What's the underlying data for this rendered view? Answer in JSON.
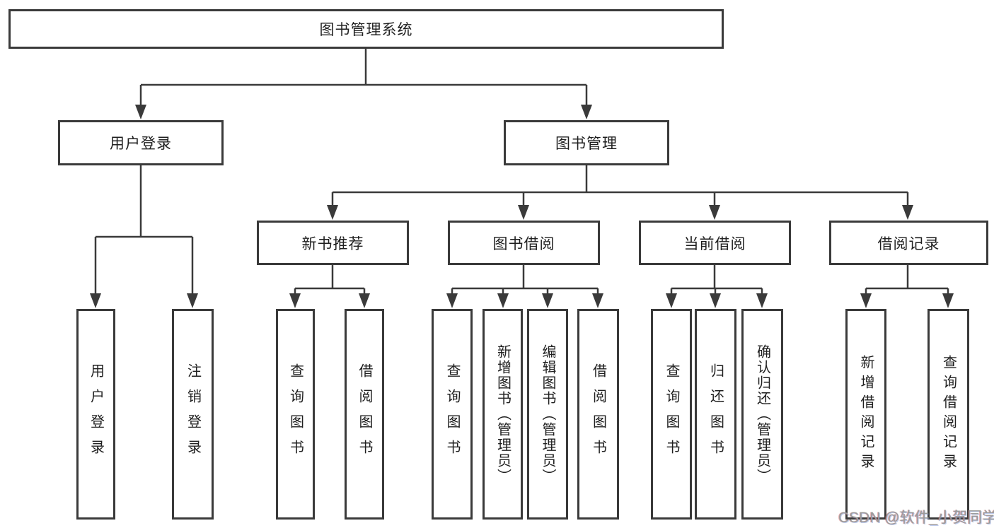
{
  "diagram": {
    "type": "tree-structure-chart",
    "line_color": "#3a3a3a",
    "box_fill": "#ffffff",
    "text_color": "#1f1f1f",
    "nodes": {
      "root": "图书管理系统",
      "user_login": "用户登录",
      "book_mgmt": "图书管理",
      "new_book_rec": "新书推荐",
      "book_borrow": "图书借阅",
      "current_borrow": "当前借阅",
      "borrow_records": "借阅记录",
      "leaf_user_login": "用户登录",
      "leaf_logout": "注销登录",
      "nbr_query_book": "查询图书",
      "nbr_borrow_book": "借阅图书",
      "bb_query_book": "查询图书",
      "bb_add_book": "新增图书（管理员）",
      "bb_edit_book": "编辑图书（管理员）",
      "bb_borrow_book": "借阅图书",
      "cb_query_book": "查询图书",
      "cb_return_book": "归还图书",
      "cb_confirm_return": "确认归还（管理员）",
      "br_add_record": "新增借阅记录",
      "br_query_record": "查询借阅记录"
    },
    "edges": [
      [
        "图书管理系统",
        "用户登录"
      ],
      [
        "图书管理系统",
        "图书管理"
      ],
      [
        "用户登录",
        "用户登录(叶)"
      ],
      [
        "用户登录",
        "注销登录"
      ],
      [
        "图书管理",
        "新书推荐"
      ],
      [
        "图书管理",
        "图书借阅"
      ],
      [
        "图书管理",
        "当前借阅"
      ],
      [
        "图书管理",
        "借阅记录"
      ],
      [
        "新书推荐",
        "查询图书"
      ],
      [
        "新书推荐",
        "借阅图书"
      ],
      [
        "图书借阅",
        "查询图书"
      ],
      [
        "图书借阅",
        "新增图书（管理员）"
      ],
      [
        "图书借阅",
        "编辑图书（管理员）"
      ],
      [
        "图书借阅",
        "借阅图书"
      ],
      [
        "当前借阅",
        "查询图书"
      ],
      [
        "当前借阅",
        "归还图书"
      ],
      [
        "当前借阅",
        "确认归还（管理员）"
      ],
      [
        "借阅记录",
        "新增借阅记录"
      ],
      [
        "借阅记录",
        "查询借阅记录"
      ]
    ]
  },
  "watermark": {
    "text": "CSDN @软件_小贺同学",
    "color": "#9b9b9b"
  }
}
